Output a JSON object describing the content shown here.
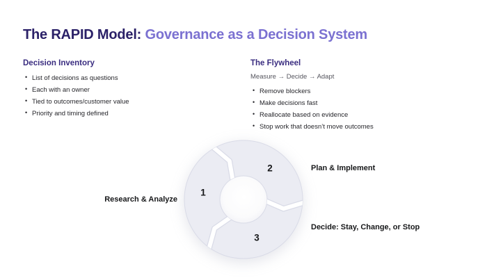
{
  "title": {
    "prefix": "The RAPID Model:",
    "accent": "Governance as a Decision System"
  },
  "colors": {
    "title_dark": "#2b2168",
    "title_accent": "#7b71d1",
    "heading": "#3a2d80",
    "body": "#26262b",
    "muted": "#55555e",
    "label": "#17181a",
    "ring_fill": "#ebecf3",
    "ring_border": "#d9dbe7",
    "gap_fill": "#ffffff"
  },
  "sections": {
    "decision_inventory": {
      "heading": "Decision Inventory",
      "bullets": [
        "List of decisions as questions",
        "Each with an owner",
        "Tied to outcomes/customer value",
        "Priority and timing defined"
      ]
    },
    "flywheel": {
      "heading": "The Flywheel",
      "subtitle": "Measure → Decide → Adapt",
      "bullets": [
        "Remove blockers",
        "Make decisions fast",
        "Reallocate based on evidence",
        "Stop work that doesn’t move outcomes"
      ]
    }
  },
  "diagram": {
    "type": "cycle",
    "steps": [
      {
        "number": "1",
        "label": "Research & Analyze"
      },
      {
        "number": "2",
        "label": "Plan & Implement"
      },
      {
        "number": "3",
        "label": "Decide: Stay, Change, or Stop"
      }
    ]
  }
}
